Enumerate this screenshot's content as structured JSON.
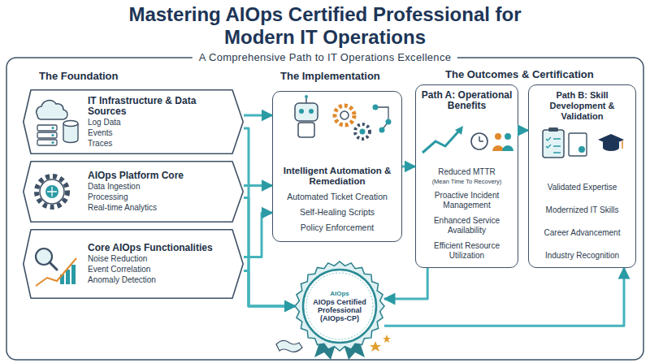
{
  "diagram": {
    "title": "Mastering AIOps Certified Professional for Modern IT Operations",
    "nodes": [
      {
        "text": [
          "IT Infrastructure & Data Sources",
          "Log Data",
          "Events",
          "Traces"
        ]
      },
      {
        "text": [
          "AIOps Platform Core",
          "Data Ingestion",
          "Processing",
          "Real-time Analytics"
        ]
      },
      {
        "text": [
          "Core AIOps Functionalities",
          "Noise Reduction",
          "Event Correlation",
          "Anomaly Detection"
        ]
      },
      {
        "text": [
          "Intelligent Automation & Remediation",
          "Automated Ticket Creation",
          "Self-Healing Scripts",
          "Policy Enforcement"
        ]
      },
      {
        "text": [
          "Path A: Operational Benefits",
          "Reduced MTTR",
          "(Mean Time To Recovery)",
          "Proactive Incident Management",
          "Enhanced Service Availability",
          "Efficient Resource Utilization"
        ]
      },
      {
        "text": [
          "Path B: Skill Development & Validation",
          "Validated Expertise",
          "Modernized IT Skills",
          "Career Advancement",
          "Industry Recognition"
        ]
      },
      {
        "text": [
          "AIOps",
          "AIOps Certified Professional (AIOps-CP)"
        ]
      }
    ],
    "edges": [
      {
        "from": 0,
        "to": 3,
        "arrow": "to"
      },
      {
        "from": 1,
        "to": 3,
        "arrow": "to"
      },
      {
        "from": 2,
        "to": 3,
        "arrow": "to"
      },
      {
        "from": 0,
        "to": 6,
        "arrow": "to"
      },
      {
        "from": 1,
        "to": 6,
        "arrow": "to"
      },
      {
        "from": 2,
        "to": 6,
        "arrow": "to"
      },
      {
        "from": 3,
        "to": 4,
        "arrow": "to"
      },
      {
        "from": 4,
        "to": 6,
        "arrow": "to"
      },
      {
        "from": 4,
        "to": 5,
        "arrow": "to"
      },
      {
        "from": 6,
        "to": 5,
        "arrow": "to"
      }
    ],
    "labels": [
      "A Comprehensive Path to IT Operations Excellence",
      "The Foundation",
      "The Implementation",
      "The Outcomes & Certification"
    ]
  }
}
